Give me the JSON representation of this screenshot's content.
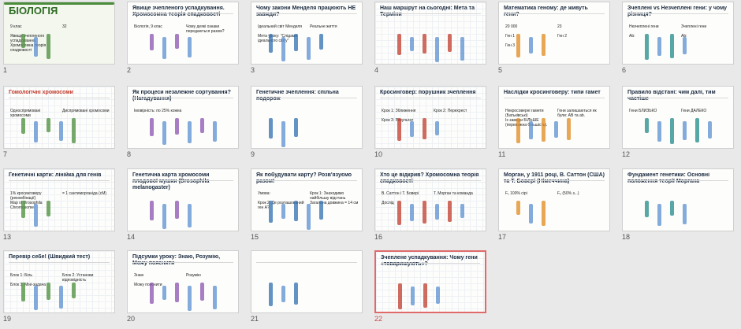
{
  "slides": [
    {
      "number": "1",
      "texts": [
        "БІОЛОГІЯ",
        "9 клас",
        "32",
        "Явище зчепленого успадкування. Хромосомна теорія спадковості"
      ]
    },
    {
      "number": "2",
      "texts": [
        "Явище зчепленого успадкування. Хромосомна теорія спадковості",
        "Біологія, 9 клас",
        "Чому деякі ознаки передаються разом?"
      ]
    },
    {
      "number": "3",
      "texts": [
        "Чому закони Менделя працюють НЕ завжди?",
        "Ідеальний світ Менделя",
        "Реальне життя",
        "Мета уроку: \"Слідами ідеального світу\""
      ]
    },
    {
      "number": "4",
      "texts": [
        "Наш маршрут на сьогодні: Мета та Терміни"
      ]
    },
    {
      "number": "5",
      "texts": [
        "Математика геному: де живуть гени?",
        "20 000",
        "23",
        "Ген 1",
        "Ген 2",
        "Ген 3"
      ]
    },
    {
      "number": "6",
      "texts": [
        "Зчеплені vs Незчеплені гени: у чому різниця?",
        "Незчеплені гени",
        "Зчеплені гени",
        "Ab:",
        "Ab:"
      ]
    },
    {
      "number": "7",
      "texts": [
        "Гомологічні хромосоми",
        "Односпрямовані хромосоми",
        "Диспрямовані хромосоми"
      ]
    },
    {
      "number": "8",
      "texts": [
        "Як процеси незалежне сортування? (Нагадування)",
        "Імовірність: по 25% кожна"
      ]
    },
    {
      "number": "9",
      "texts": [
        "Генетичне зчеплення: спільна подорож"
      ]
    },
    {
      "number": "10",
      "texts": [
        "Кросинговер: порушник зчеплення",
        "Крок 1: Зближення",
        "Крок 2: Перехрест",
        "Крок 3: Результат"
      ]
    },
    {
      "number": "11",
      "texts": [
        "Наслідки кросинговеру: типи гамет",
        "Некросоверні гамети (Батьківські)",
        "Гени залишаються як були: AB та ab.",
        "Їх завжди БІЛЬШЕ (переважна більшість)."
      ]
    },
    {
      "number": "12",
      "texts": [
        "Правило відстані: чим далі, тим частіше",
        "Гени БЛИЗЬКО",
        "Гени ДАЛЕКО"
      ]
    },
    {
      "number": "13",
      "texts": [
        "Генетичні карти: лінійка для генів",
        "1% кросинговеру (рекомбінації)",
        "= 1 сантиморганіда (сМ)",
        "Map of Drosophila Chromosome"
      ]
    },
    {
      "number": "14",
      "texts": [
        "Генетична карта хромосоми плодової мушки (Drosophila melanogaster)"
      ]
    },
    {
      "number": "15",
      "texts": [
        "Як побудувати карту? Розв'язуємо разом!",
        "Умова:",
        "Крок 1: Знаходимо найбільшу відстань",
        "Крок 2: Де розташований ген А?",
        "Загальна довжина = 14 см"
      ]
    },
    {
      "number": "16",
      "texts": [
        "Хто це відкрив? Хромосомна теорія спадковості",
        "В. Саттон і Т. Бовері",
        "Т. Морган та команда",
        "Дослід"
      ]
    },
    {
      "number": "17",
      "texts": [
        "Морган, у 1911 році, В. Саттон (США) та Т. Бовері (Німеччина)",
        "F₁ 100% сірі",
        "F₂ (50% з...)"
      ]
    },
    {
      "number": "18",
      "texts": [
        "Фундамент генетики: Основні положення теорії Моргана"
      ]
    },
    {
      "number": "19",
      "texts": [
        "Перевір себе! (Швидкий тест)",
        "Блок 1: Біль",
        "Блок 2: Установи відповідність",
        "Блок 3: Міні-задача"
      ]
    },
    {
      "number": "20",
      "texts": [
        "Підсумки уроку: Знаю, Розумію, Можу пояснити",
        "Знаю",
        "Розумію",
        "Можу пояснити"
      ]
    },
    {
      "number": "21",
      "texts": []
    },
    {
      "number": "22",
      "texts": [
        "Зчеплене успадкування: Чому гени «товаришують»?"
      ]
    }
  ],
  "selected_slide": "22"
}
